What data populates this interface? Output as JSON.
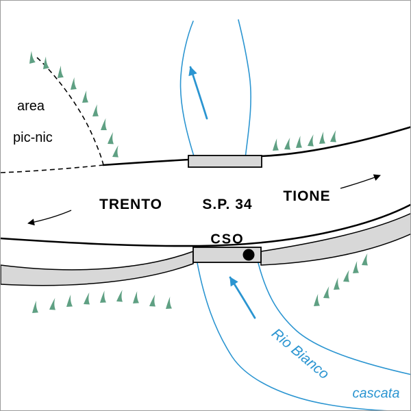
{
  "map": {
    "picnic_area": {
      "line1": "area",
      "line2": "pic-nic"
    },
    "road": {
      "destination_left": "TRENTO",
      "route_number": "S.P. 34",
      "destination_right": "TIONE"
    },
    "site_label": "CSO",
    "river": {
      "name": "Rio Bianco",
      "feature": "cascata"
    }
  },
  "colors": {
    "river_blue": "#2b95d1",
    "vegetation_green": "#5fa083",
    "road_fill": "#d8d8d8",
    "ink": "#000000",
    "border_gray": "#9a9a9a"
  }
}
